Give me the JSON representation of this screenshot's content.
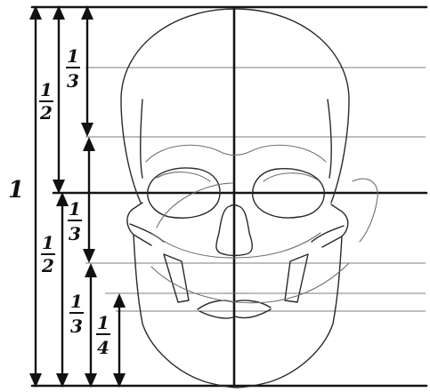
{
  "labels": {
    "whole": "1",
    "half_top": {
      "num": "1",
      "den": "2"
    },
    "half_bottom": {
      "num": "1",
      "den": "2"
    },
    "third_1": {
      "num": "1",
      "den": "3"
    },
    "third_2": {
      "num": "1",
      "den": "3"
    },
    "third_3": {
      "num": "1",
      "den": "3"
    },
    "quarter": {
      "num": "1",
      "den": "4"
    }
  },
  "colors": {
    "ink": "#111111",
    "guide": "#7d7d7d",
    "paper": "#ffffff"
  }
}
